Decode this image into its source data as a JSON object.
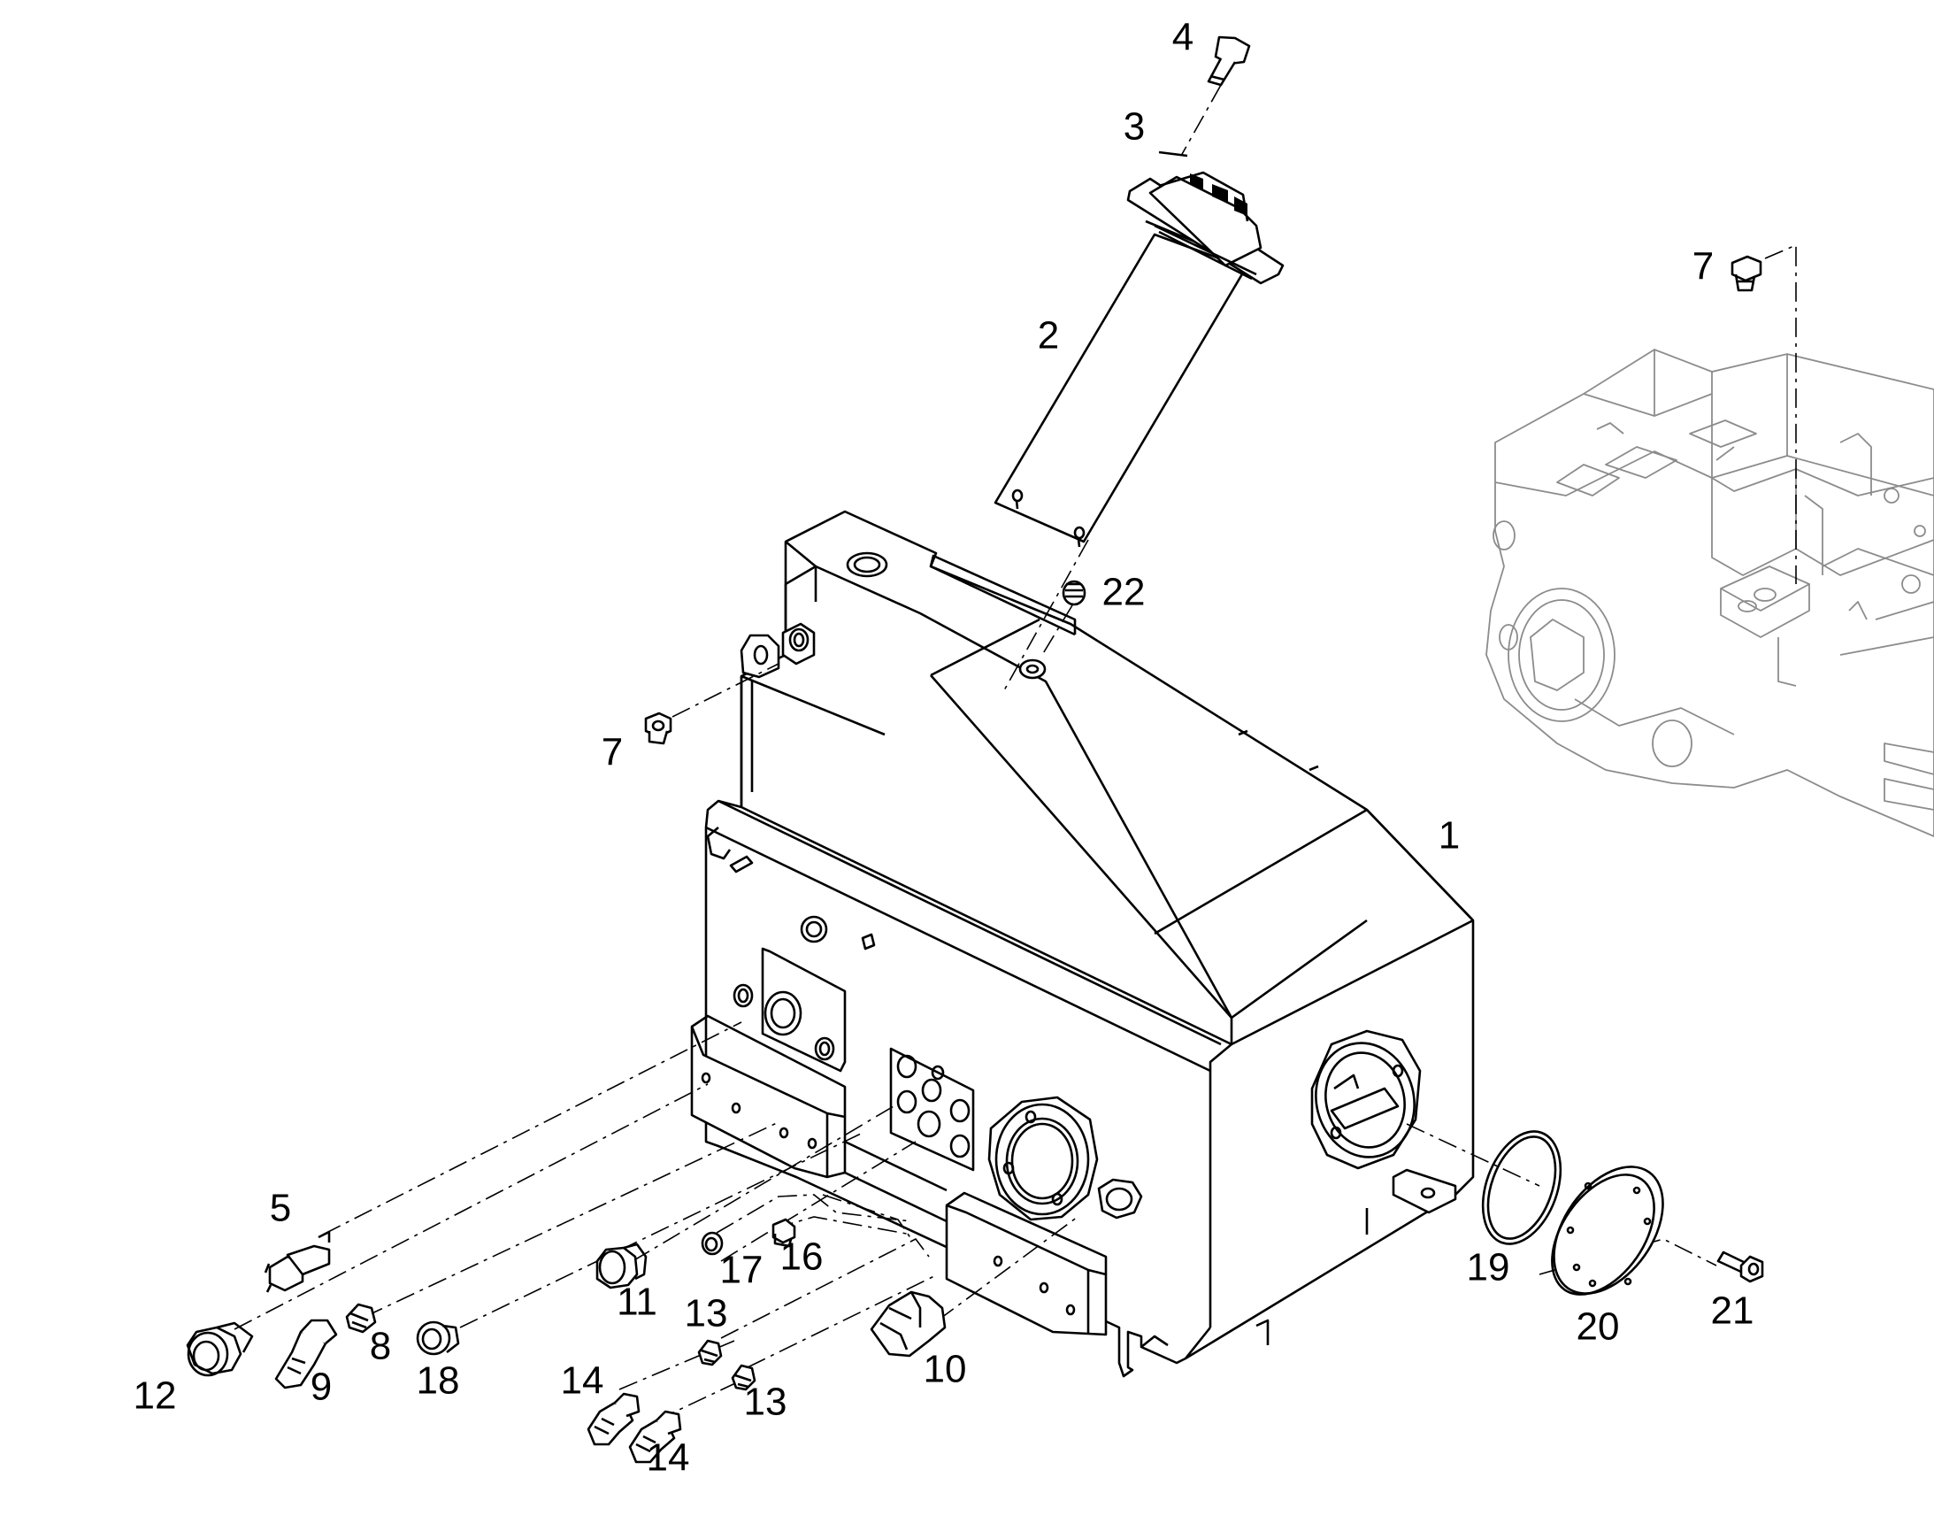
{
  "callouts": [
    {
      "id": "label-4",
      "text": "4"
    },
    {
      "id": "label-3",
      "text": "3"
    },
    {
      "id": "label-2",
      "text": "2"
    },
    {
      "id": "label-22",
      "text": "22"
    },
    {
      "id": "label-7a",
      "text": "7"
    },
    {
      "id": "label-7b",
      "text": "7"
    },
    {
      "id": "label-1",
      "text": "1"
    },
    {
      "id": "label-5",
      "text": "5"
    },
    {
      "id": "label-12",
      "text": "12"
    },
    {
      "id": "label-9",
      "text": "9"
    },
    {
      "id": "label-8",
      "text": "8"
    },
    {
      "id": "label-18",
      "text": "18"
    },
    {
      "id": "label-11",
      "text": "11"
    },
    {
      "id": "label-17",
      "text": "17"
    },
    {
      "id": "label-16",
      "text": "16"
    },
    {
      "id": "label-13a",
      "text": "13"
    },
    {
      "id": "label-13b",
      "text": "13"
    },
    {
      "id": "label-14a",
      "text": "14"
    },
    {
      "id": "label-14b",
      "text": "14"
    },
    {
      "id": "label-10",
      "text": "10"
    },
    {
      "id": "label-19",
      "text": "19"
    },
    {
      "id": "label-20",
      "text": "20"
    },
    {
      "id": "label-21",
      "text": "21"
    }
  ]
}
